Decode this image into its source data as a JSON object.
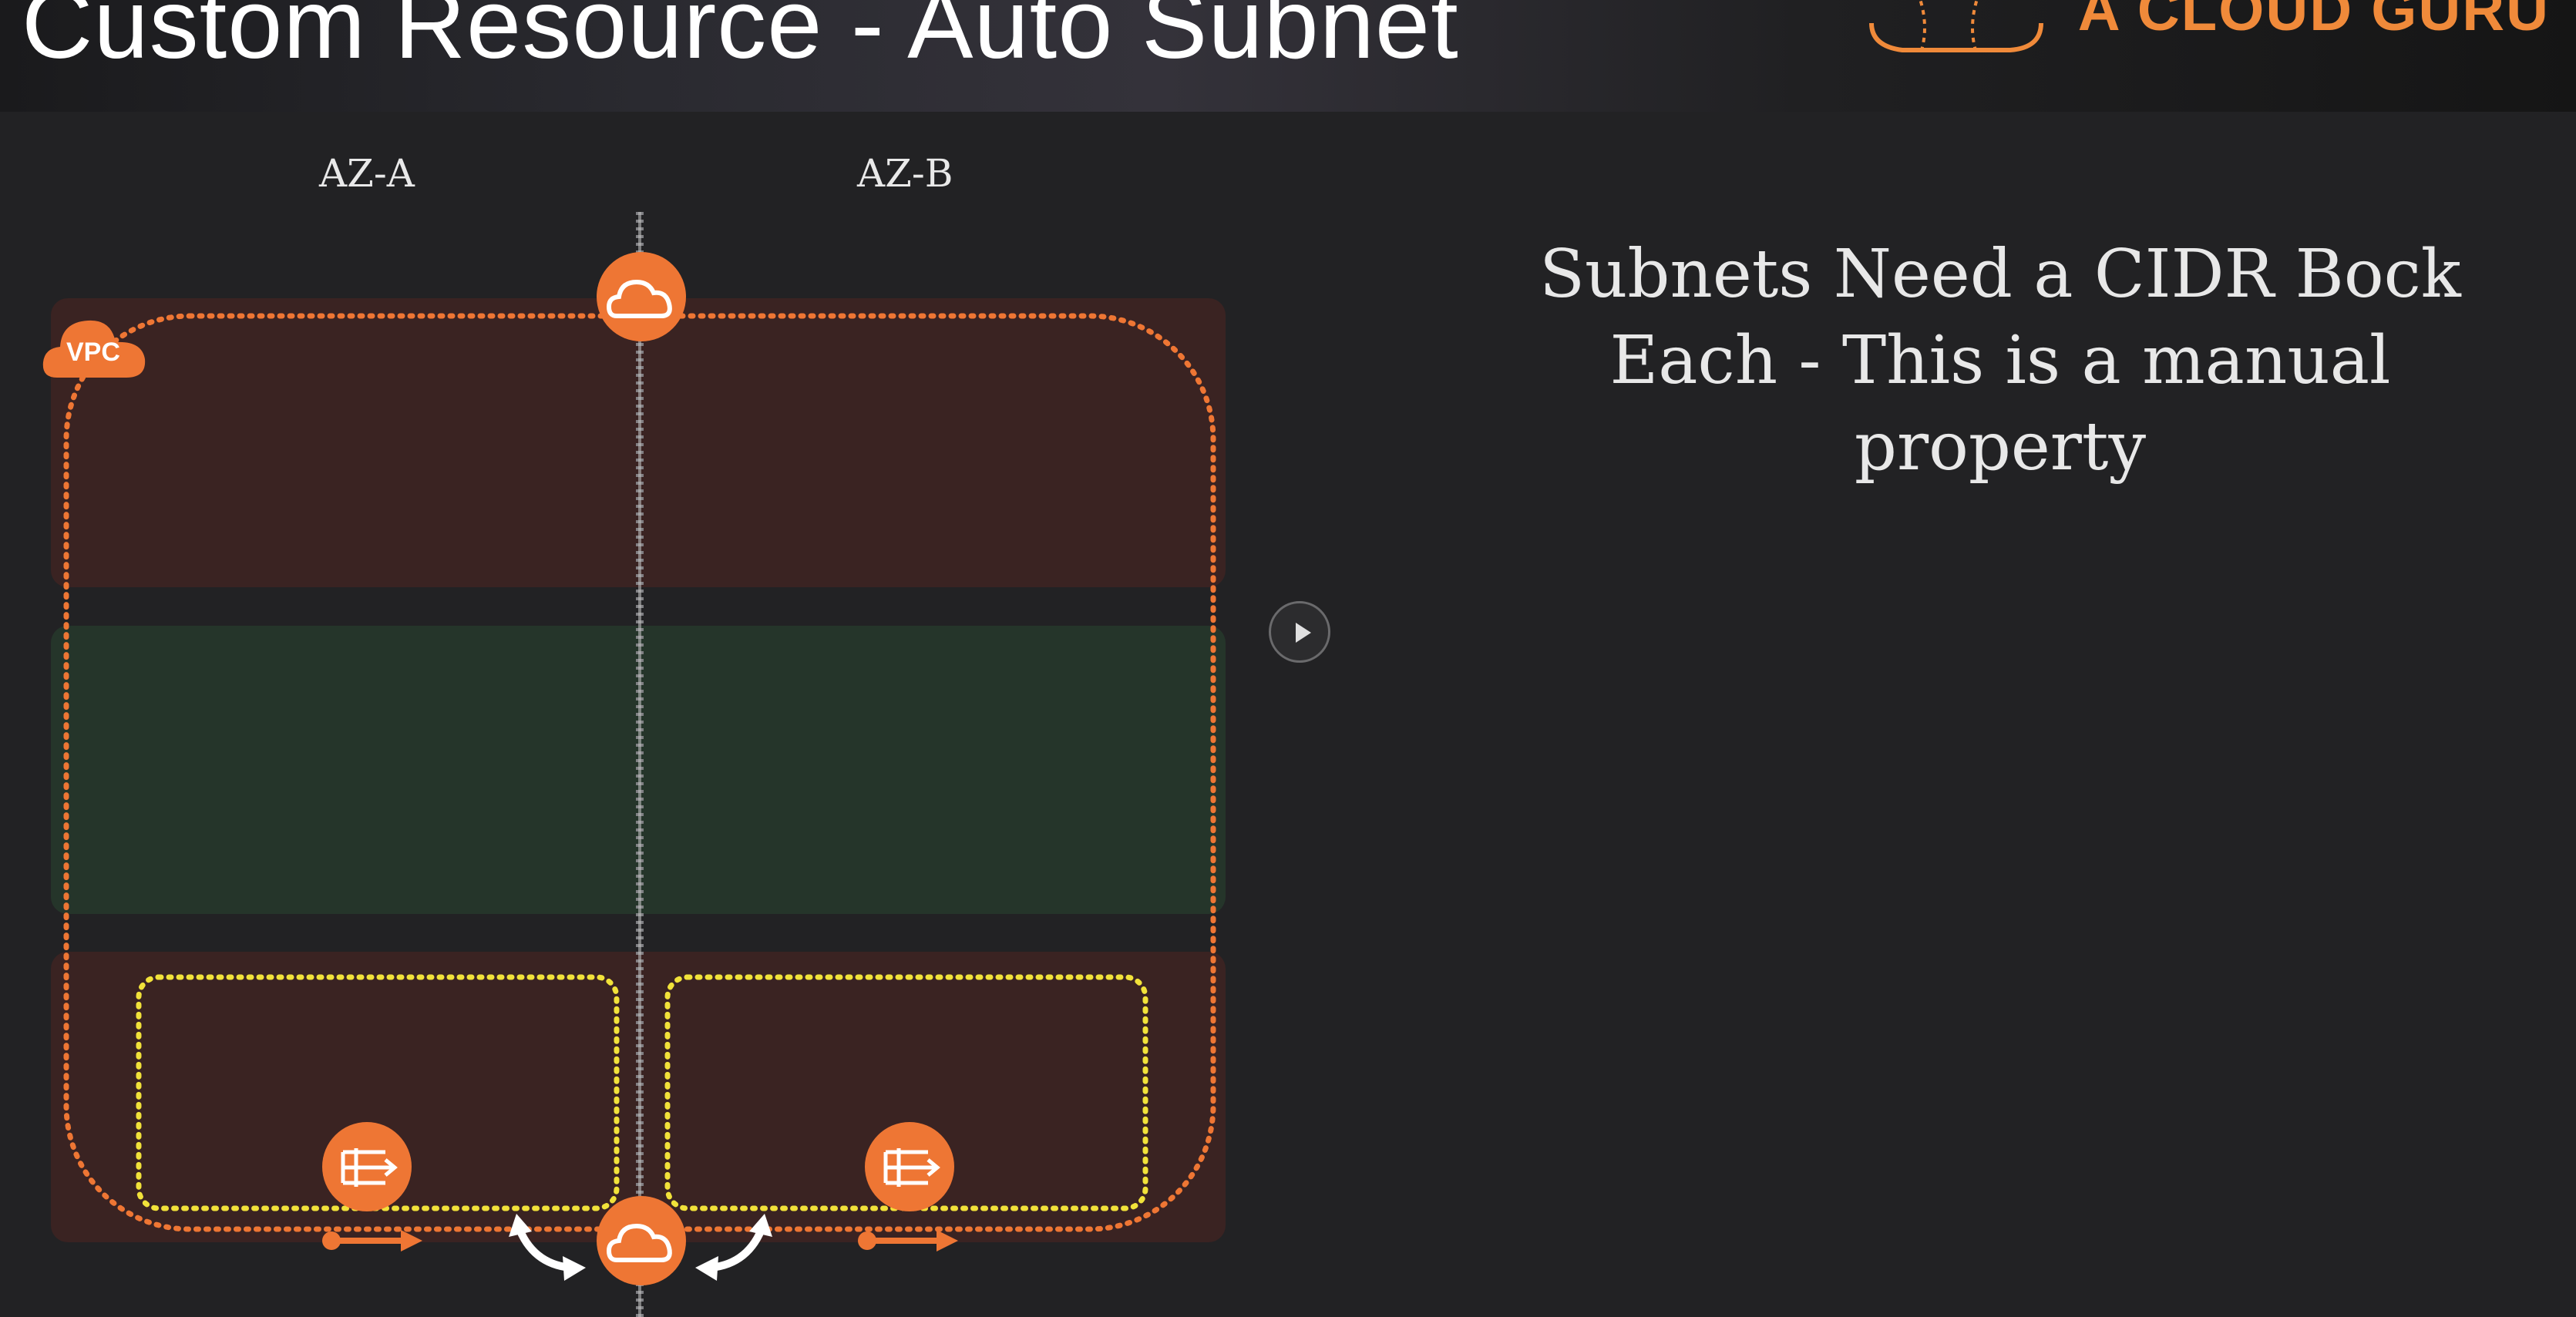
{
  "header": {
    "title": "Custom Resource - Auto Subnet",
    "brand": "A CLOUD GURU"
  },
  "diagram": {
    "az_labels": [
      "AZ-A",
      "AZ-B"
    ],
    "vpc_label": "VPC",
    "icons": [
      "internet-gateway-icon",
      "vpn-gateway-icon",
      "nat-gateway-icon",
      "nat-gateway-icon",
      "route-arrow-icon",
      "swap-arrows-icon"
    ]
  },
  "message": "Subnets Need a CIDR Bock Each - This is a manual property",
  "colors": {
    "accent_orange": "#ee7634",
    "subnet_yellow": "#f1e23a",
    "public_band": "#3a2322",
    "private_band": "#25352a",
    "background": "#222224"
  },
  "controls": {
    "play_icon": "play-icon"
  }
}
